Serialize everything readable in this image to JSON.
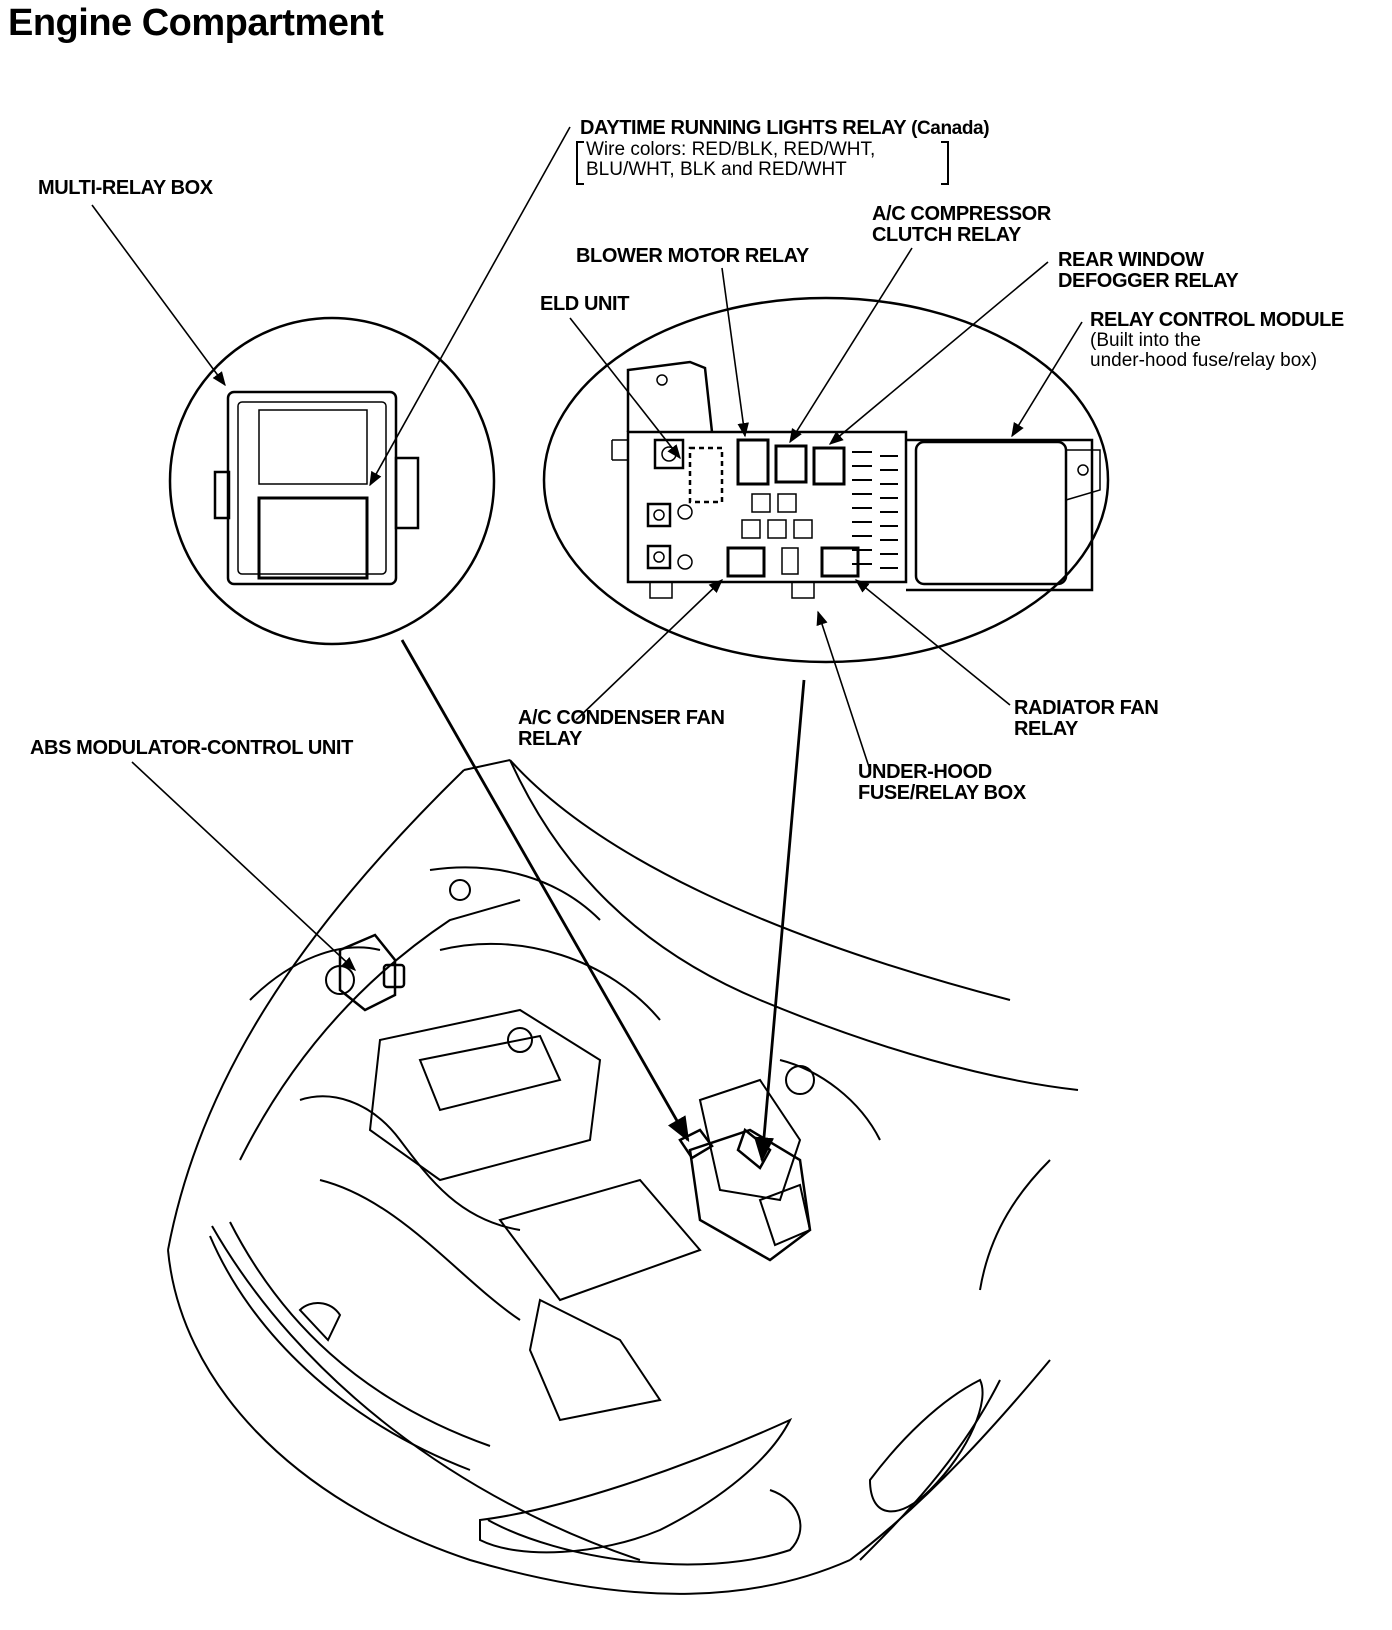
{
  "title": "Engine Compartment",
  "labels": {
    "drl_relay": "DAYTIME RUNNING LIGHTS RELAY",
    "drl_region": "(Canada)",
    "drl_wire_line1": "Wire colors: RED/BLK, RED/WHT,",
    "drl_wire_line2": "BLU/WHT, BLK and RED/WHT",
    "multi_relay_box": "MULTI-RELAY BOX",
    "ac_compressor_line1": "A/C COMPRESSOR",
    "ac_compressor_line2": "CLUTCH RELAY",
    "blower_motor_relay": "BLOWER MOTOR RELAY",
    "rear_window_line1": "REAR WINDOW",
    "rear_window_line2": "DEFOGGER RELAY",
    "eld_unit": "ELD UNIT",
    "rcm_line1": "RELAY CONTROL MODULE",
    "rcm_line2": "(Built into the",
    "rcm_line3": "under-hood fuse/relay box)",
    "ac_condenser_line1": "A/C CONDENSER FAN",
    "ac_condenser_line2": "RELAY",
    "radiator_fan_line1": "RADIATOR FAN",
    "radiator_fan_line2": "RELAY",
    "underhood_line1": "UNDER-HOOD",
    "underhood_line2": "FUSE/RELAY BOX",
    "abs_unit": "ABS MODULATOR-CONTROL UNIT"
  }
}
